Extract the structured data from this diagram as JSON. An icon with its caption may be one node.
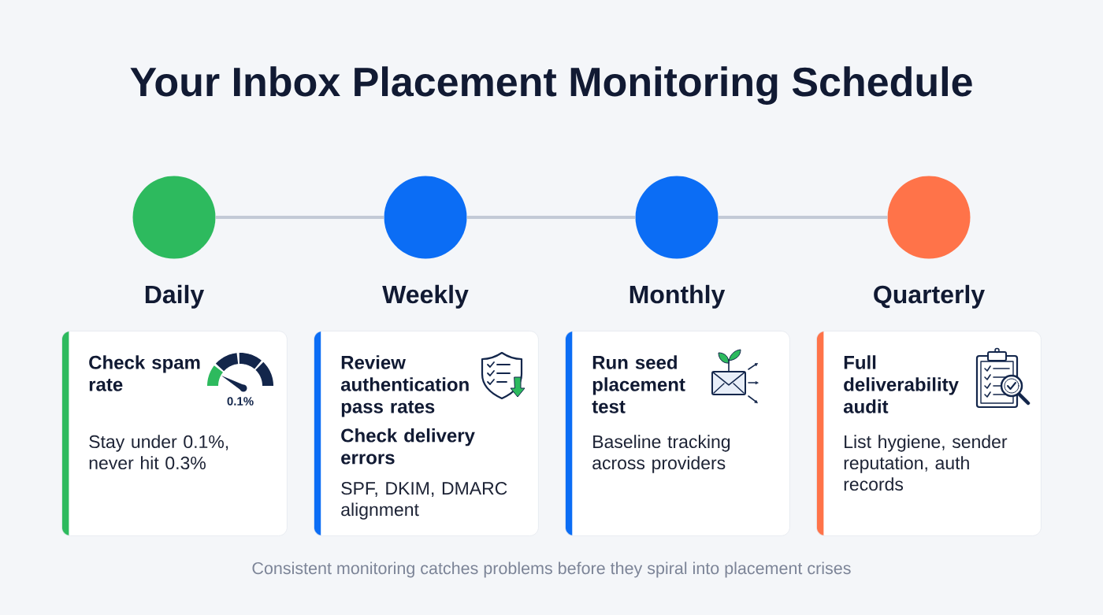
{
  "diagram": {
    "title": "Your Inbox Placement Monitoring Schedule",
    "nodes": [
      {
        "text": [],
        "shape": "circle",
        "beside": [
          "Daily"
        ]
      },
      {
        "text": [],
        "shape": "circle",
        "beside": [
          "Weekly"
        ]
      },
      {
        "text": [],
        "shape": "circle",
        "beside": [
          "Monthly"
        ]
      },
      {
        "text": [],
        "shape": "circle",
        "beside": [
          "Quarterly"
        ]
      },
      {
        "text": [
          "Check spam rate",
          "0.1%",
          "Stay under 0.1%, never hit 0.3%"
        ]
      },
      {
        "text": [
          "Review authentication pass rates",
          "Check delivery errors",
          "SPF, DKIM, DMARC alignment"
        ]
      },
      {
        "text": [
          "Run seed placement test",
          "Baseline tracking across providers"
        ]
      },
      {
        "text": [
          "Full deliverability audit",
          "List hygiene, sender reputation, auth records"
        ]
      }
    ],
    "edges": [
      {
        "from": 0,
        "to": 1,
        "arrow": "none"
      },
      {
        "from": 1,
        "to": 2,
        "arrow": "none"
      },
      {
        "from": 2,
        "to": 3,
        "arrow": "none"
      }
    ],
    "caption": "Consistent monitoring catches problems before they spiral into placement crises"
  }
}
